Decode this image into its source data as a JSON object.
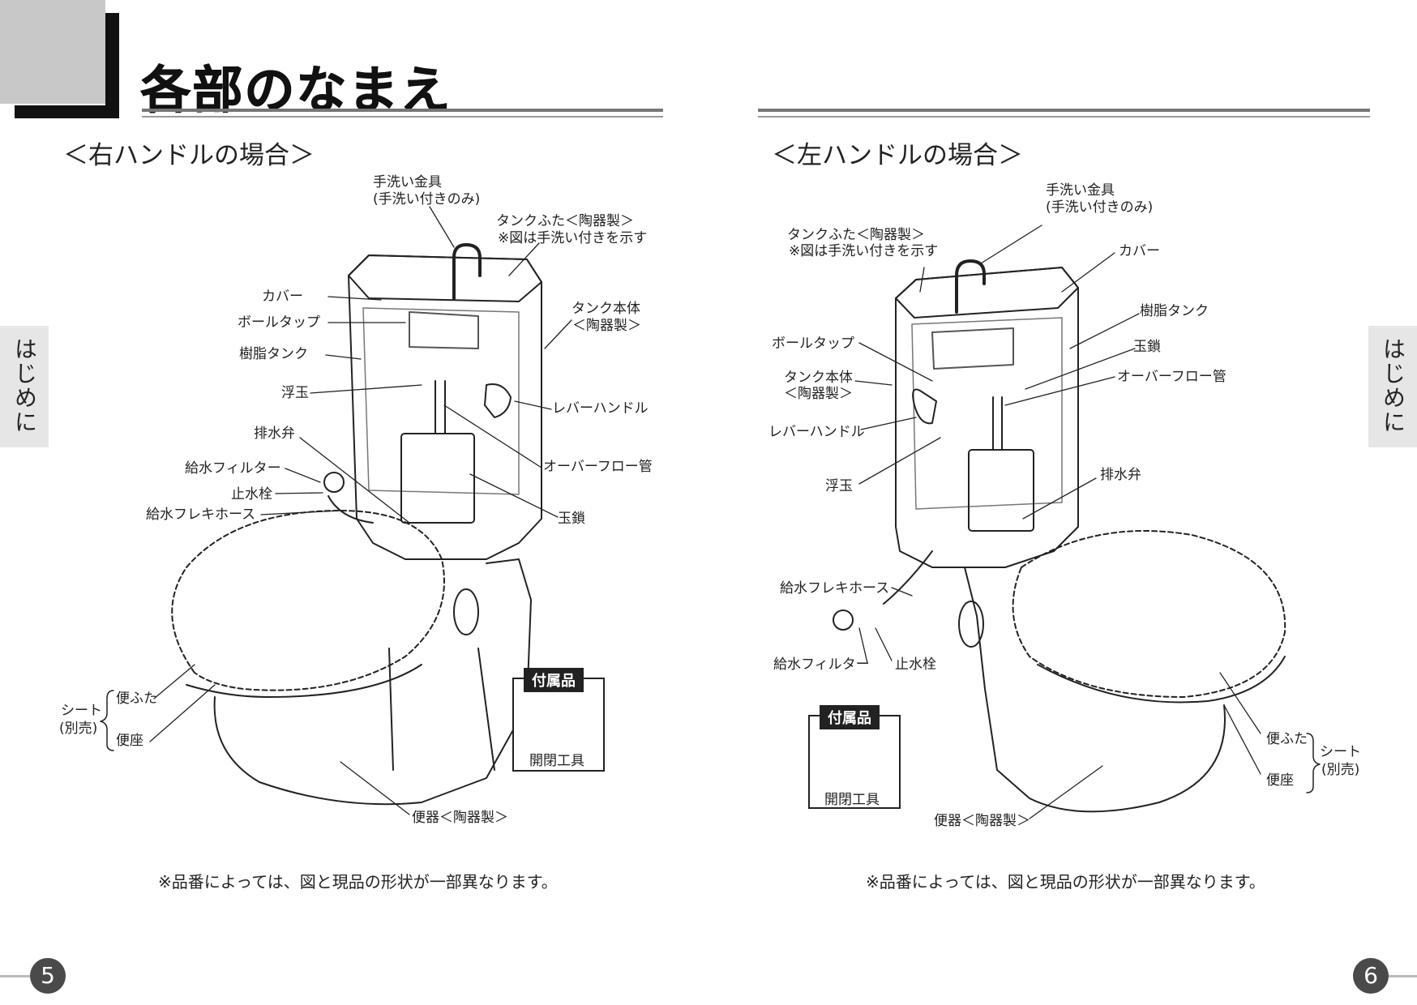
{
  "header": {
    "title": "各部のなまえ"
  },
  "side_tab": {
    "label": "はじめに"
  },
  "left_page": {
    "subtitle": "＜右ハンドルの場合＞",
    "labels": {
      "hand_wash_1": "手洗い金具",
      "hand_wash_2": "(手洗い付きのみ)",
      "tank_lid_1": "タンクふた＜陶器製＞",
      "tank_lid_2": "※図は手洗い付きを示す",
      "cover": "カバー",
      "ball_tap": "ボールタップ",
      "resin_tank": "樹脂タンク",
      "tank_body_1": "タンク本体",
      "tank_body_2": "＜陶器製＞",
      "float": "浮玉",
      "lever_handle": "レバーハンドル",
      "drain_valve": "排水弁",
      "overflow_pipe": "オーバーフロー管",
      "water_filter": "給水フィルター",
      "stop_valve": "止水栓",
      "flex_hose": "給水フレキホース",
      "chain": "玉鎖",
      "seat_lid": "便ふた",
      "seat": "便座",
      "seat_group_1": "シート",
      "seat_group_2": "(別売)",
      "bowl": "便器＜陶器製＞"
    },
    "accessory": {
      "title": "付属品",
      "name": "開閉工具"
    },
    "note": "※品番によっては、図と現品の形状が一部異なります。",
    "page_number": "5"
  },
  "right_page": {
    "subtitle": "＜左ハンドルの場合＞",
    "labels": {
      "hand_wash_1": "手洗い金具",
      "hand_wash_2": "(手洗い付きのみ)",
      "tank_lid_1": "タンクふた＜陶器製＞",
      "tank_lid_2": "※図は手洗い付きを示す",
      "cover": "カバー",
      "resin_tank": "樹脂タンク",
      "ball_tap": "ボールタップ",
      "chain": "玉鎖",
      "tank_body_1": "タンク本体",
      "tank_body_2": "＜陶器製＞",
      "overflow_pipe": "オーバーフロー管",
      "lever_handle": "レバーハンドル",
      "float": "浮玉",
      "drain_valve": "排水弁",
      "flex_hose": "給水フレキホース",
      "water_filter": "給水フィルター",
      "stop_valve": "止水栓",
      "seat_lid": "便ふた",
      "seat": "便座",
      "seat_group_1": "シート",
      "seat_group_2": "(別売)",
      "bowl": "便器＜陶器製＞"
    },
    "accessory": {
      "title": "付属品",
      "name": "開閉工具"
    },
    "note": "※品番によっては、図と現品の形状が一部異なります。",
    "page_number": "6"
  }
}
